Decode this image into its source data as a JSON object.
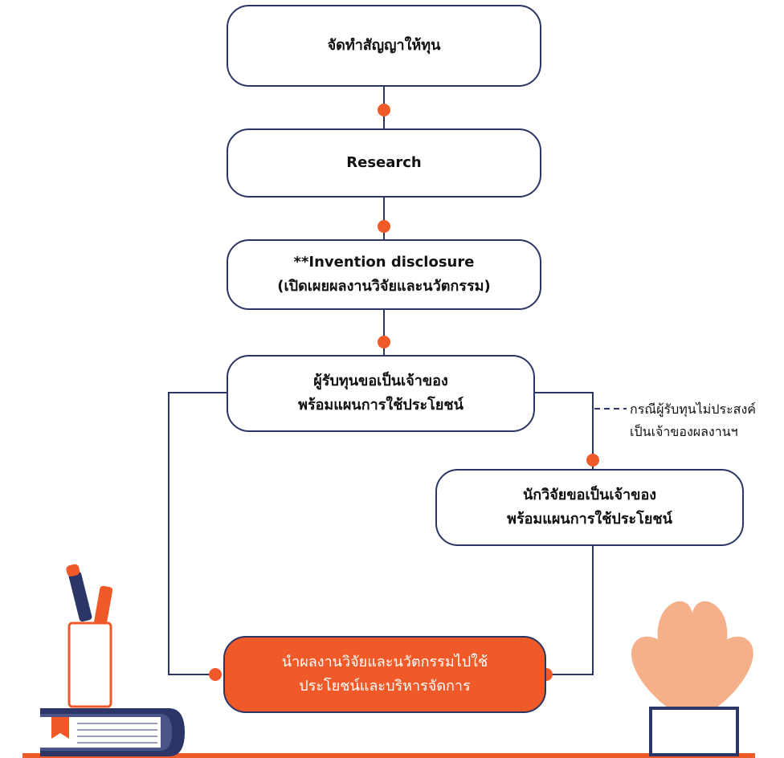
{
  "diagram": {
    "step1": {
      "label": "จัดทำสัญญาให้ทุน"
    },
    "step2": {
      "label": "Research"
    },
    "step3": {
      "line1": "**Invention disclosure",
      "line2": "(เปิดเผยผลงานวิจัยและนวัตกรรม)"
    },
    "step4": {
      "line1": "ผู้รับทุนขอเป็นเจ้าของ",
      "line2": "พร้อมแผนการใช้ประโยชน์"
    },
    "side_note": {
      "line1": "กรณีผู้รับทุนไม่ประสงค์",
      "line2": "เป็นเจ้าของผลงานฯ"
    },
    "step5": {
      "line1": "นักวิจัยขอเป็นเจ้าของ",
      "line2": "พร้อมแผนการใช้ประโยชน์"
    },
    "final": {
      "line1": "นำผลงานวิจัยและนวัตกรรมไปใช้",
      "line2": "ประโยชน์และบริหารจัดการ"
    }
  },
  "colors": {
    "accent": "#f05a28",
    "navy": "#2b3566",
    "peach": "#f5b08a",
    "slate": "#4a5488"
  },
  "decorations": [
    "pencil-cup-icon",
    "book-icon",
    "plant-icon"
  ]
}
